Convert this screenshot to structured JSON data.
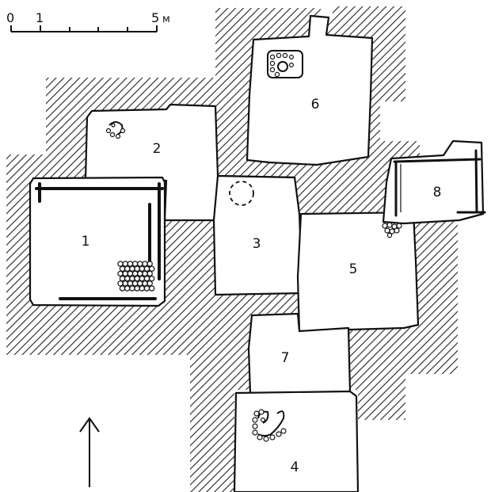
{
  "scale": {
    "zero": "0",
    "one": "1",
    "five": "5",
    "unit": "м"
  },
  "rooms": [
    "1",
    "2",
    "3",
    "4",
    "5",
    "6",
    "7",
    "8"
  ],
  "north_arrow": "north-arrow"
}
